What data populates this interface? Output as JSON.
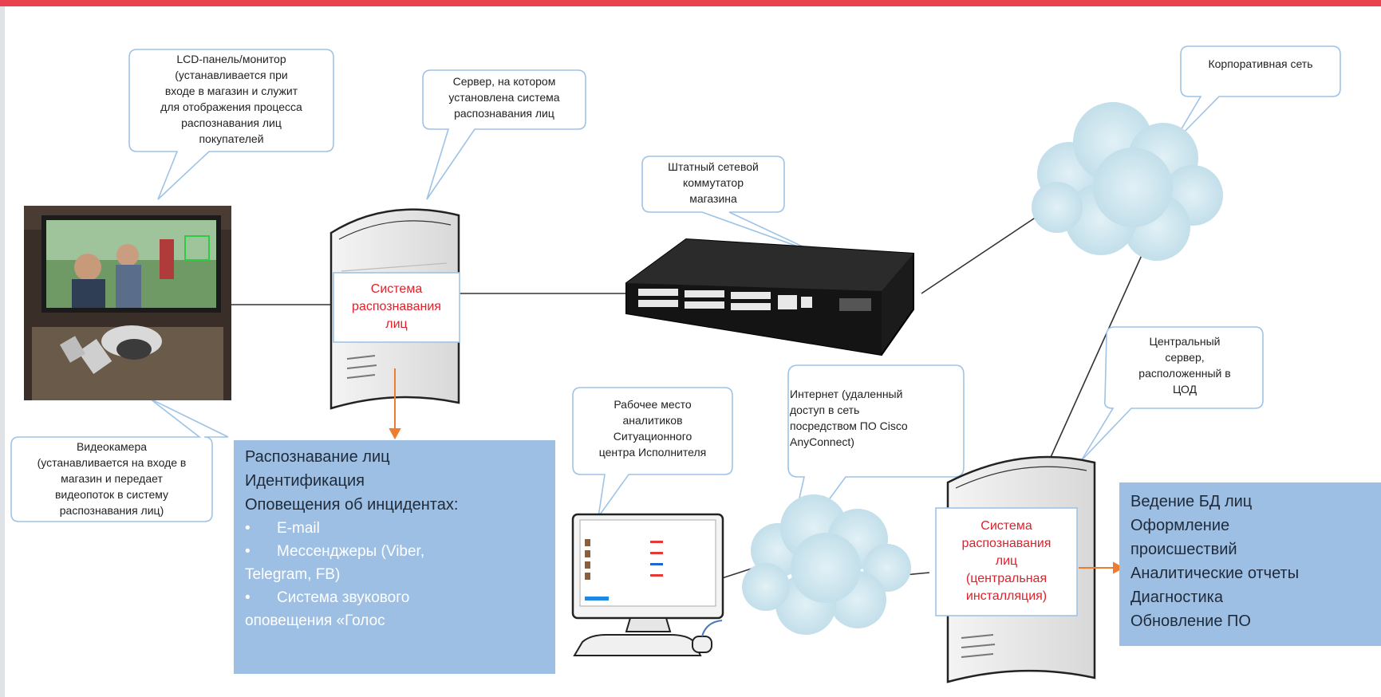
{
  "colors": {
    "top_bar": "#e8414f",
    "callout_border": "#9ec3e6",
    "label_red": "#e0202a",
    "panel_fill": "#9dbfe3",
    "cloud_fill": "#cfe6ef",
    "arrow": "#ed7d31"
  },
  "callouts": {
    "lcd_panel": "LCD-панель/монитор\n(устанавливается  при\nвходе в магазин и служит\nдля отображения процесса\nраспознавания лиц\nпокупателей",
    "server": "Сервер, на котором\nустановлена система\nраспознавания лиц",
    "switch": "Штатный сетевой\nкоммутатор\nмагазина",
    "corporate_network": "Корпоративная сеть",
    "central_server": "Центральный\nсервер,\nрасположенный в\nЦОД",
    "internet": "Интернет (удаленный\nдоступ в сеть\nпосредством ПО Cisco\nAnyConnect)",
    "workstation": "Рабочее место\nаналитиков\nСитуационного\nцентра Исполнителя",
    "camera": "Видеокамера\n(устанавливается на входе в\nмагазин и передает\nвидеопоток в систему\nраспознавания лиц)"
  },
  "server_labels": {
    "store": "Система\nраспознавания\nлиц",
    "central": "Система\nраспознавания\nлиц\n(центральная\nинсталляция)"
  },
  "left_panel": {
    "lines": [
      "Распознавание лиц",
      "Идентификация",
      "Оповещения об инцидентах:"
    ],
    "sub_items": [
      "E-mail",
      "Мессенджеры (Viber,",
      "Telegram, FB)",
      "Система звукового",
      "оповещения «Голос"
    ]
  },
  "right_panel": {
    "lines": [
      "Ведение БД лиц",
      "Оформление",
      "происшествий",
      "Аналитические отчеты",
      "Диагностика",
      "Обновление ПО"
    ]
  }
}
